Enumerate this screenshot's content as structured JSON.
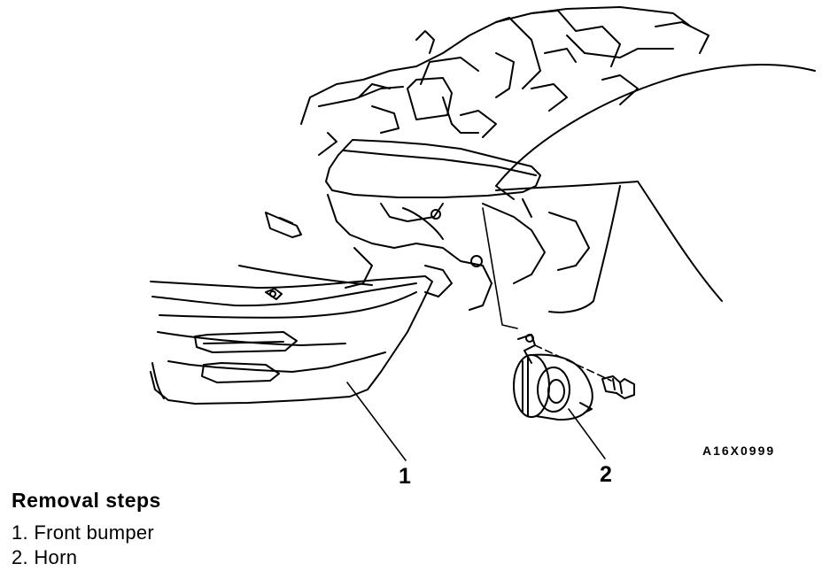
{
  "figure": {
    "code": "A16X0999",
    "callouts": [
      {
        "number": "1",
        "part": "front-bumper"
      },
      {
        "number": "2",
        "part": "horn"
      }
    ]
  },
  "removal": {
    "title": "Removal steps",
    "steps": [
      "1. Front bumper",
      "2. Horn"
    ]
  }
}
